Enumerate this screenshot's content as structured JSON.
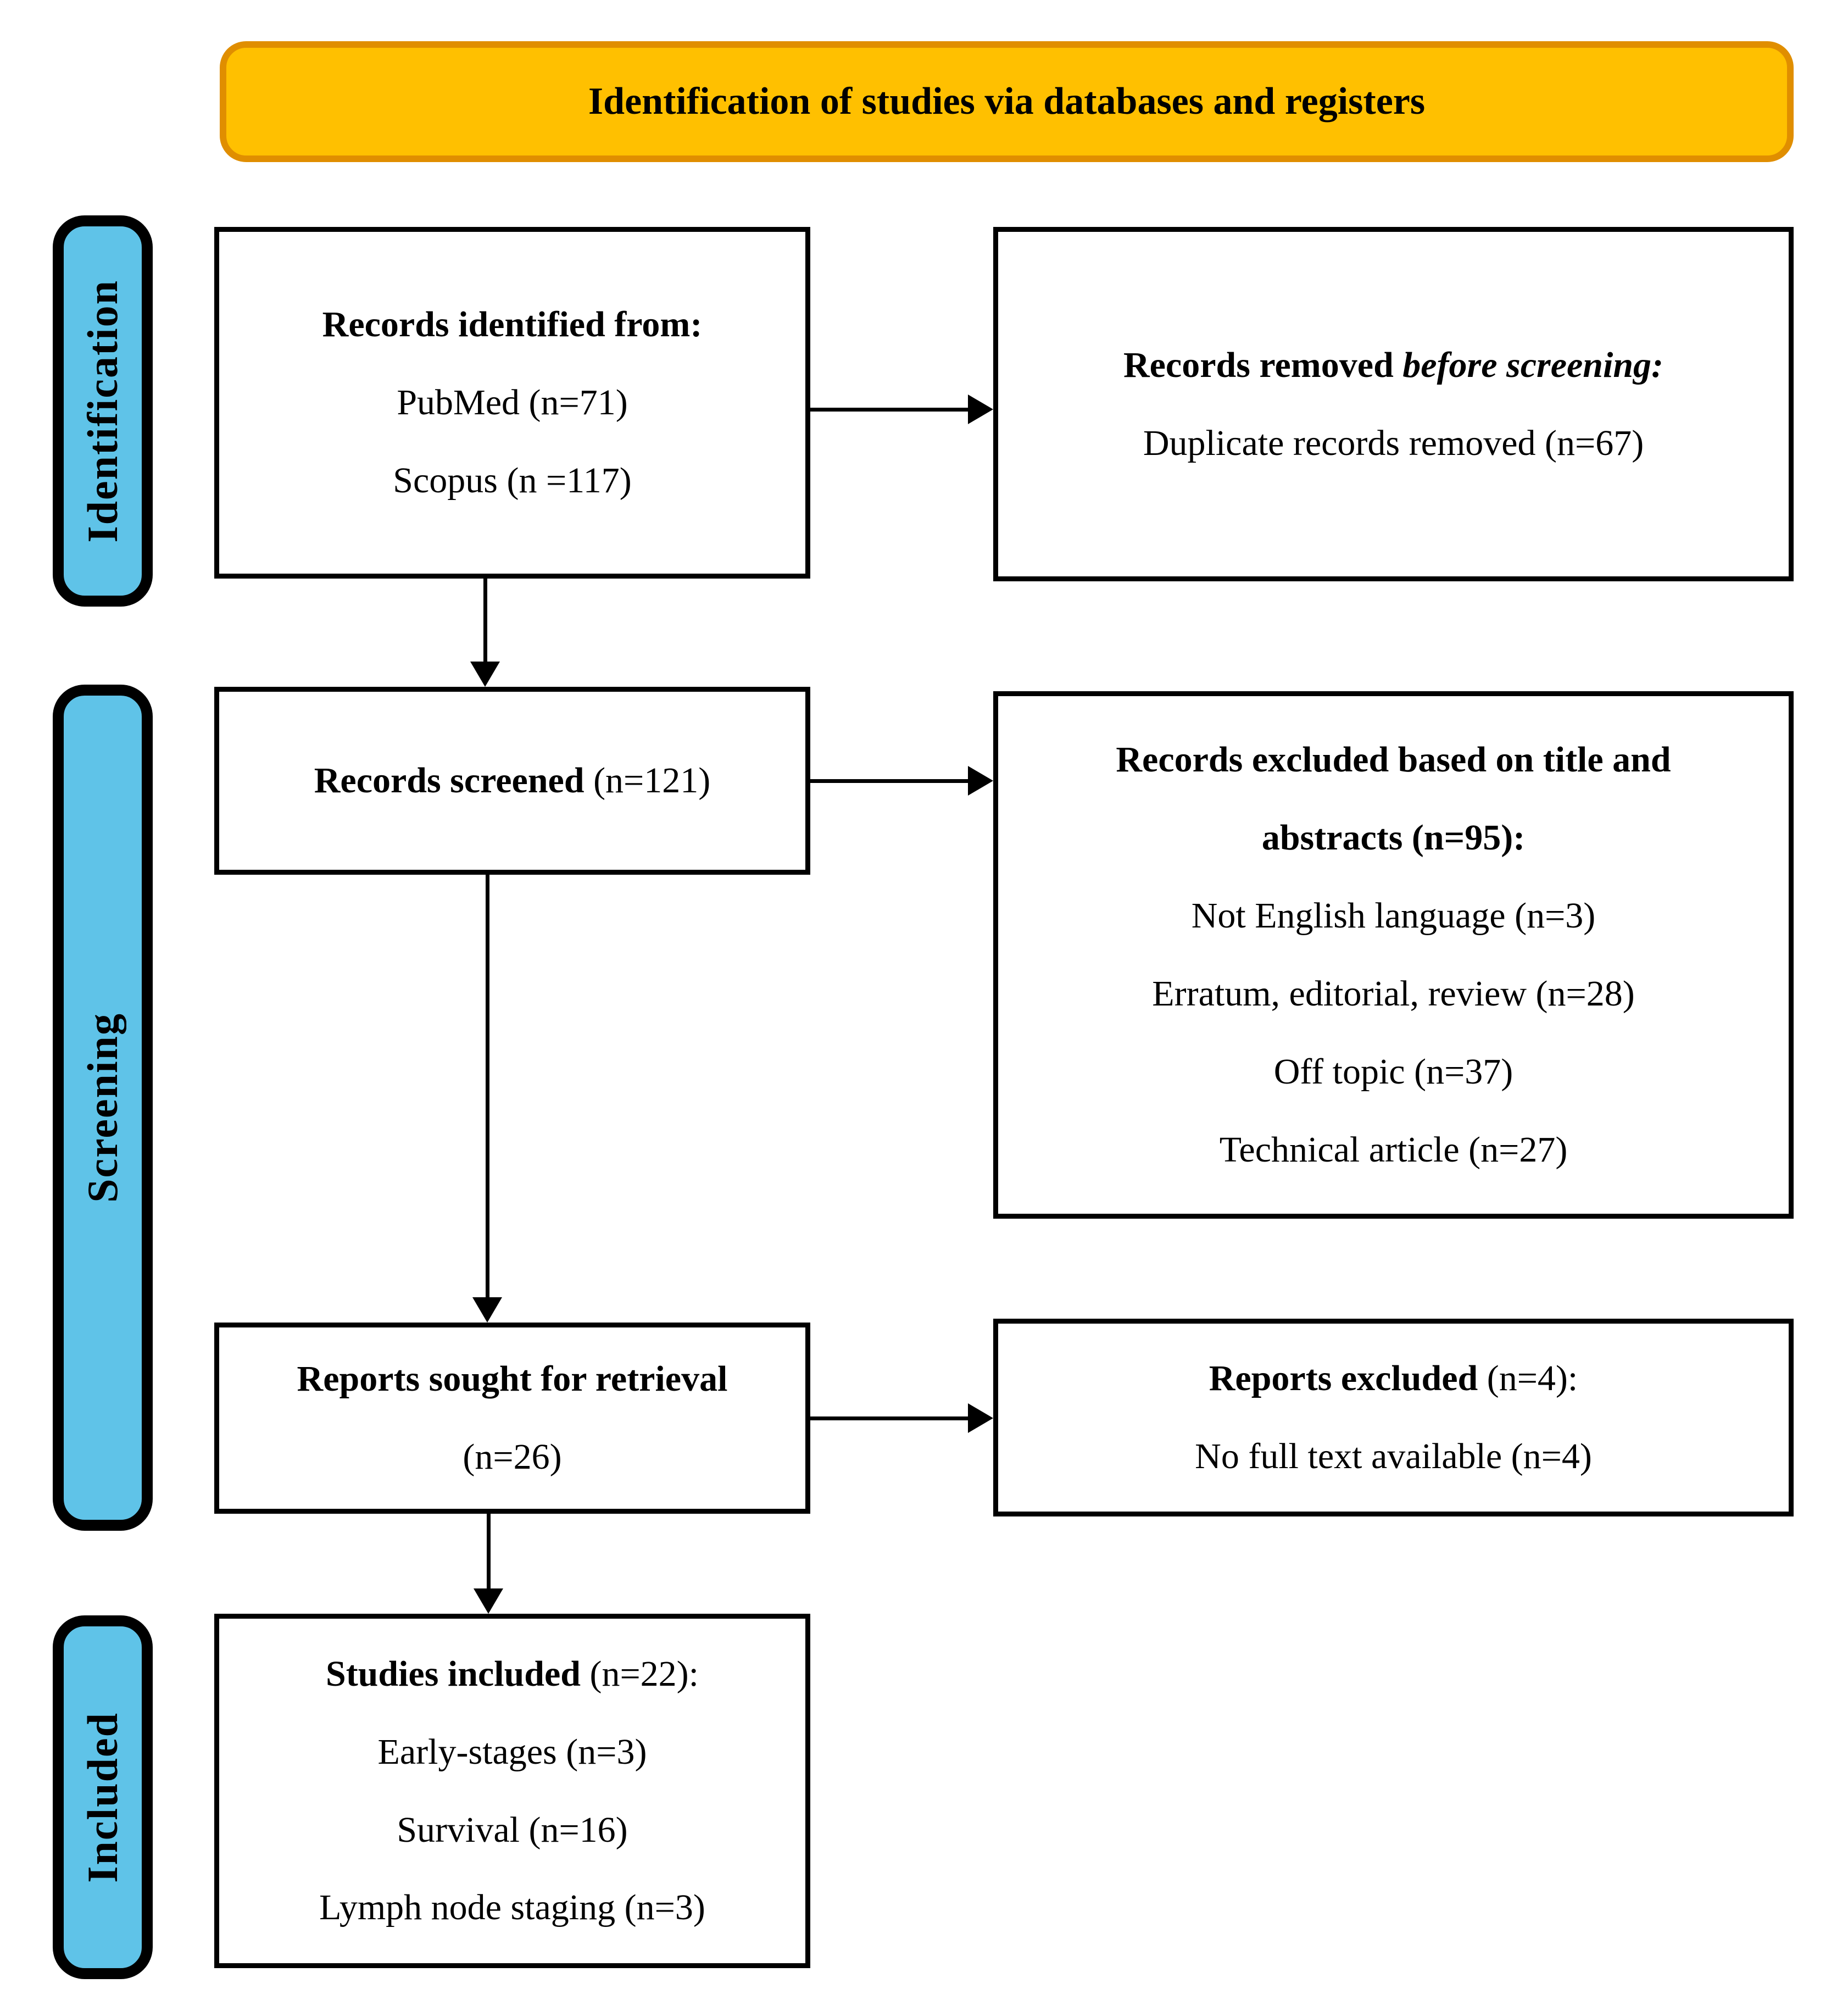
{
  "banner": {
    "title": "Identification of studies via databases and registers"
  },
  "stages": [
    {
      "label": "Identification"
    },
    {
      "label": "Screening"
    },
    {
      "label": "Included"
    }
  ],
  "boxes": {
    "identified": {
      "heading": "Records identified from:",
      "items": [
        "PubMed (n=71)",
        "Scopus (n =117)"
      ]
    },
    "removed": {
      "heading_bold": "Records removed",
      "heading_italic": " before screening:",
      "items": [
        "Duplicate records removed (n=67)"
      ]
    },
    "screened": {
      "heading_bold": "Records screened",
      "heading_rest": " (n=121)"
    },
    "excluded": {
      "heading_lines": [
        "Records excluded based on title and",
        "abstracts (n=95):"
      ],
      "items": [
        "Not English language (n=3)",
        "Erratum, editorial, review (n=28)",
        "Off topic (n=37)",
        "Technical article (n=27)"
      ]
    },
    "sought": {
      "heading_bold": "Reports sought for retrieval",
      "heading_rest": "(n=26)"
    },
    "reports_excluded": {
      "heading_bold": "Reports excluded",
      "heading_rest": " (n=4):",
      "items": [
        "No full text available (n=4)"
      ]
    },
    "included": {
      "heading_bold": "Studies included",
      "heading_rest": " (n=22):",
      "items": [
        "Early-stages (n=3)",
        "Survival (n=16)",
        "Lymph node staging (n=3)"
      ]
    }
  },
  "colors": {
    "banner_fill": "#FFC000",
    "banner_border": "#E08E00",
    "stage_fill": "#5FC3E8",
    "stage_border": "#000000",
    "box_border": "#000000",
    "arrow": "#000000"
  }
}
